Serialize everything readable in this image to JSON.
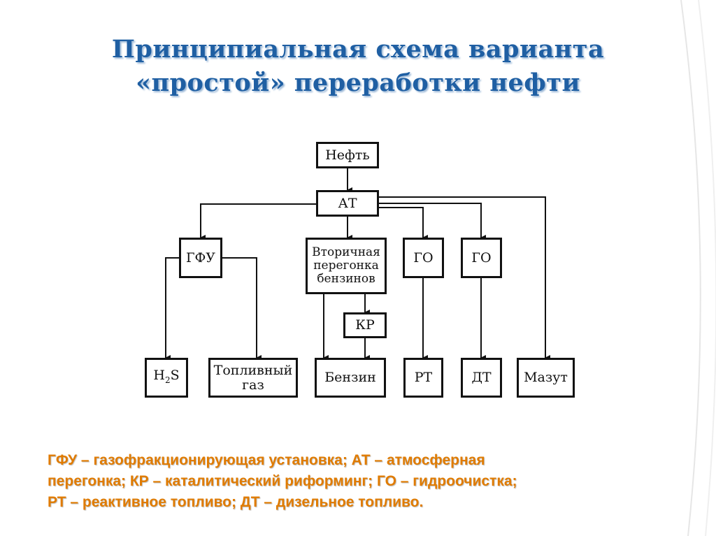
{
  "title": {
    "line1": "Принципиальная схема варианта",
    "line2": "«простой» переработки нефти"
  },
  "diagram": {
    "nodes": {
      "oil": "Нефть",
      "at": "АТ",
      "gfu": "ГФУ",
      "secondary_line1": "Вторичная",
      "secondary_line2": "перегонка",
      "secondary_line3": "бензинов",
      "go1": "ГО",
      "go2": "ГО",
      "kr": "КР",
      "h2s_main": "H",
      "h2s_sub": "2",
      "h2s_tail": "S",
      "fuel_gas_line1": "Топливный",
      "fuel_gas_line2": "газ",
      "gasoline": "Бензин",
      "rt": "РТ",
      "dt": "ДТ",
      "fuel_oil": "Мазут"
    }
  },
  "legend": {
    "line1": "ГФУ – газофракционирующая установка; АТ – атмосферная",
    "line2": "перегонка; КР – каталитический риформинг; ГО – гидроочистка;",
    "line3": "РТ – реактивное топливо; ДТ – дизельное топливо."
  },
  "colors": {
    "title": "#1f5fa3",
    "legend": "#e07b00",
    "lines": "#111111"
  }
}
